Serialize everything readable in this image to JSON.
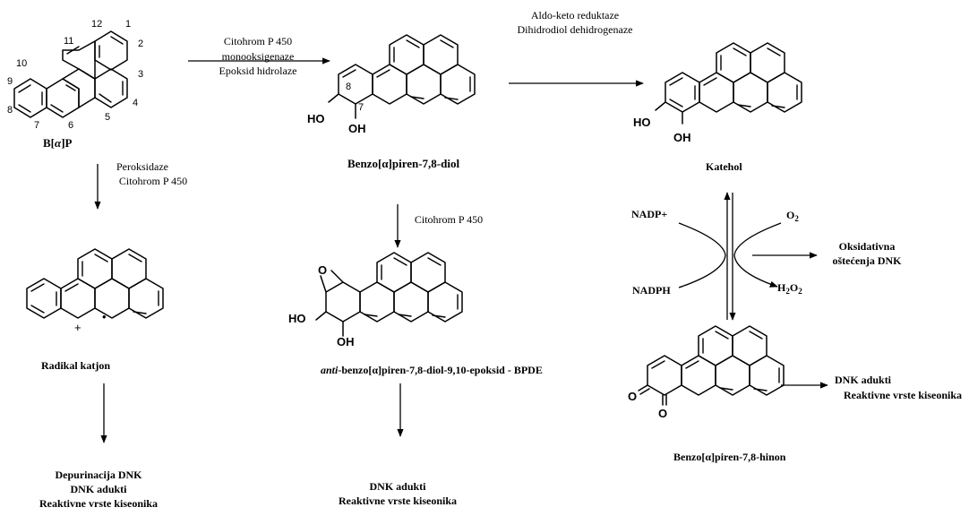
{
  "atom_numbers": [
    "1",
    "2",
    "3",
    "4",
    "5",
    "6",
    "7",
    "8",
    "9",
    "10",
    "11",
    "12"
  ],
  "bap": {
    "b": "B[",
    "alpha": "α",
    "p": "]P"
  },
  "enzymes": {
    "step1_a": "Citohrom P 450",
    "step1_b": "monooksigenaze",
    "step1_c": "Epoksid hidrolaze",
    "step2_a": "Aldo-keto reduktaze",
    "step2_b": "Dihidrodiol dehidrogenaze",
    "peroks_a": "Peroksidaze",
    "peroks_b": "Citohrom P 450",
    "bpde_step": "Citohrom P 450"
  },
  "diol": {
    "name": "Benzo[α]piren-7,8-diol",
    "pos8": "8",
    "pos7": "7"
  },
  "katehol": {
    "name": "Katehol"
  },
  "cation": {
    "name": "Radikal katjon",
    "plus": "+",
    "dot": "•"
  },
  "bpde": {
    "name_ital": "anti",
    "name_rest": "-benzo[α]piren-7,8-diol-9,10-epoksid - BPDE"
  },
  "quinone": {
    "name": "Benzo[α]piren-7,8-hinon"
  },
  "redox": {
    "nadp": "NADP+",
    "nadph": "NADPH",
    "o2_main": "O",
    "o2_sub": "2",
    "h2o2_h": "H",
    "h2o2_o": "O",
    "h2o2_sub": "2",
    "oxid_1": "Oksidativna",
    "oxid_2": "oštećenja DNK"
  },
  "groups": {
    "ho": "HO",
    "oh": "OH",
    "o": "O"
  },
  "outcomes": {
    "cation_1": "Depurinacija DNK",
    "cation_2": "DNK adukti",
    "cation_3": "Reaktivne vrste kiseonika",
    "bpde_1": "DNK adukti",
    "bpde_2": "Reaktivne vrste kiseonika",
    "quinone_1": "DNK adukti",
    "quinone_2": "Reaktivne vrste kiseonika"
  }
}
